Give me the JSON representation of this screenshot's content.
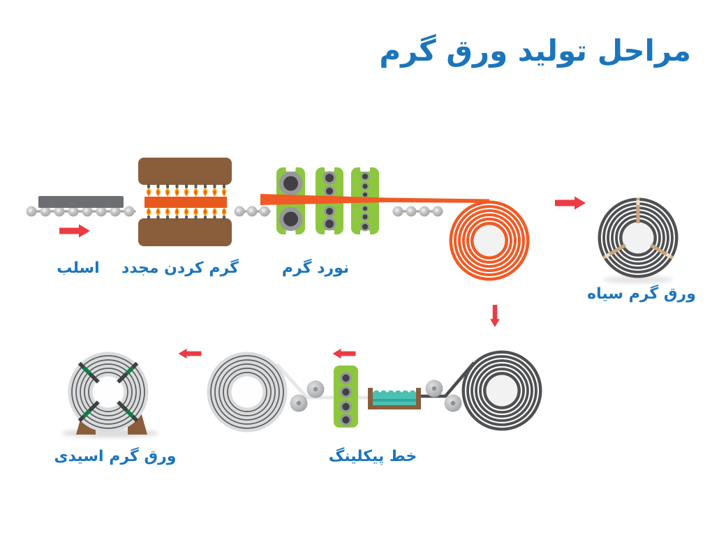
{
  "title": "مراحل تولید ورق گرم",
  "stages": {
    "slab": {
      "label": "اسلب"
    },
    "reheating": {
      "label": "گرم کردن مجدد"
    },
    "hot_rolling": {
      "label": "نورد گرم"
    },
    "black_hot_coil": {
      "label": "ورق گرم سیاه"
    },
    "pickling_line": {
      "label": "خط پیکلینگ"
    },
    "acid_hot_coil": {
      "label": "ورق گرم اسیدی"
    }
  },
  "colors": {
    "title-blue": "#1B75BC",
    "arrow-red": "#EC3B43",
    "furnace-brown": "#8A5D3B",
    "hot-orange": "#F15A24",
    "furnace-slab-orange": "#E8591D",
    "mill-green": "#8DC63F",
    "flame-outer": "#FBAE17",
    "flame-inner": "#F15A24",
    "steel-dark": "#58595B",
    "roller-ring": "#96989B",
    "roller-core": "#414042",
    "slab-gray": "#6D6E71",
    "axle-gray": "#A7A9AC",
    "coil-dark": "#4F5052",
    "coil-light": "#DADBDC",
    "coil-light-ring": "#5B5C5E",
    "acid-teal": "#4BC1B2",
    "acid-teal-dark": "#2BA79B",
    "strap-tan": "#C9A57E",
    "strap-dark": "#3F4042",
    "strap-green": "#0E7C45",
    "strip-dark": "#4A4B4D",
    "strip-white": "#E7E8E9"
  }
}
